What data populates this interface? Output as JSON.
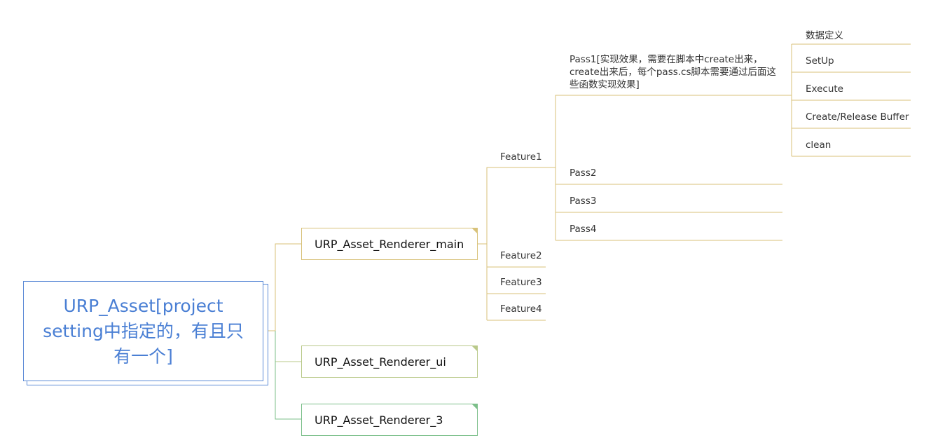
{
  "root": {
    "title": "URP_Asset[project setting中指定的，有且只有一个]"
  },
  "renderers": [
    {
      "label": "URP_Asset_Renderer_main"
    },
    {
      "label": "URP_Asset_Renderer_ui"
    },
    {
      "label": "URP_Asset_Renderer_3"
    }
  ],
  "features": [
    {
      "label": "Feature1"
    },
    {
      "label": "Feature2"
    },
    {
      "label": "Feature3"
    },
    {
      "label": "Feature4"
    }
  ],
  "passes": [
    {
      "label": "Pass1[实现效果，需要在脚本中create出来，create出来后，每个pass.cs脚本需要通过后面这些函数实现效果]"
    },
    {
      "label": "Pass2"
    },
    {
      "label": "Pass3"
    },
    {
      "label": "Pass4"
    }
  ],
  "functions": [
    {
      "label": "数据定义"
    },
    {
      "label": "SetUp"
    },
    {
      "label": "Execute"
    },
    {
      "label": "Create/Release Buffer"
    },
    {
      "label": "clean"
    }
  ],
  "colors": {
    "root_border": "#5b8ad6",
    "root_text": "#4a7fd4",
    "branch_gold": "#d8c27a",
    "branch_green_light": "#b9c98a",
    "branch_green": "#7cbf8a"
  }
}
